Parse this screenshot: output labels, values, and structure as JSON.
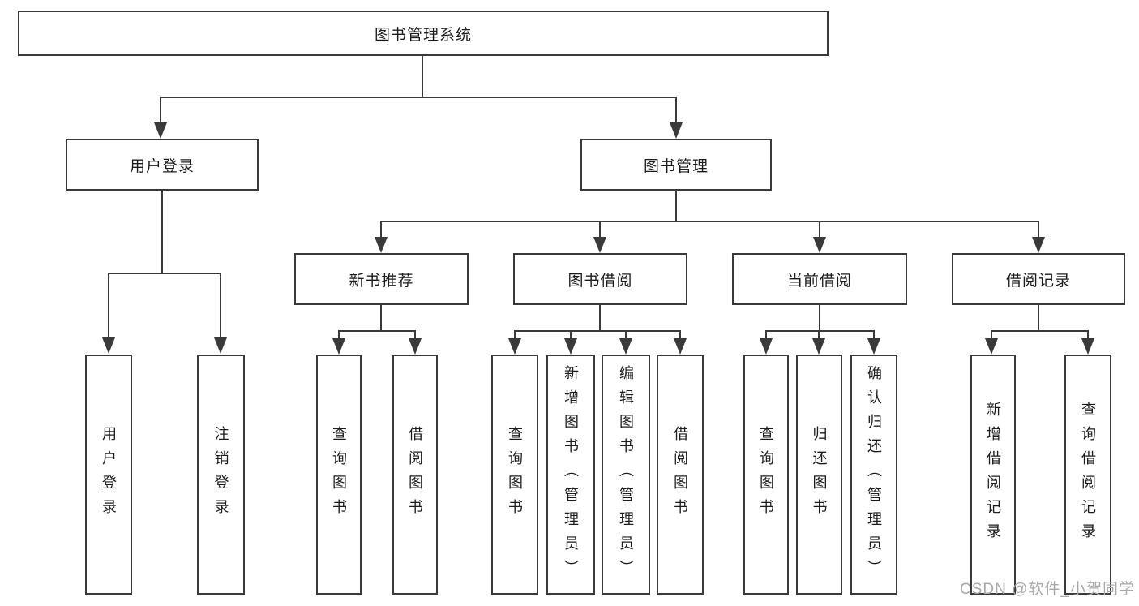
{
  "diagram": {
    "title": "图书管理系统",
    "colors": {
      "line": "#3a3a3a",
      "text": "#1c1c1c",
      "background": "#ffffff",
      "watermark": "#a9a9a9"
    },
    "nodes": {
      "root": {
        "label": "图书管理系统"
      },
      "user_login": {
        "label": "用户登录"
      },
      "book_mgmt": {
        "label": "图书管理"
      },
      "new_book_rec": {
        "label": "新书推荐"
      },
      "book_borrow": {
        "label": "图书借阅"
      },
      "current_borrow": {
        "label": "当前借阅"
      },
      "borrow_record": {
        "label": "借阅记录"
      },
      "login_leaf": {
        "label": "用户登录"
      },
      "logout_leaf": {
        "label": "注销登录"
      },
      "rec_query_book": {
        "label": "查询图书"
      },
      "rec_borrow_book": {
        "label": "借阅图书"
      },
      "bb_query_book": {
        "label": "查询图书"
      },
      "bb_add_book": {
        "label": "新增图书（管理员）"
      },
      "bb_edit_book": {
        "label": "编辑图书（管理员）"
      },
      "bb_borrow_book": {
        "label": "借阅图书"
      },
      "cb_query_book": {
        "label": "查询图书"
      },
      "cb_return_book": {
        "label": "归还图书"
      },
      "cb_confirm_return": {
        "label": "确认归还（管理员）"
      },
      "br_add_record": {
        "label": "新增借阅记录"
      },
      "br_query_record": {
        "label": "查询借阅记录"
      }
    },
    "watermark": "CSDN @软件_小贺同学"
  }
}
